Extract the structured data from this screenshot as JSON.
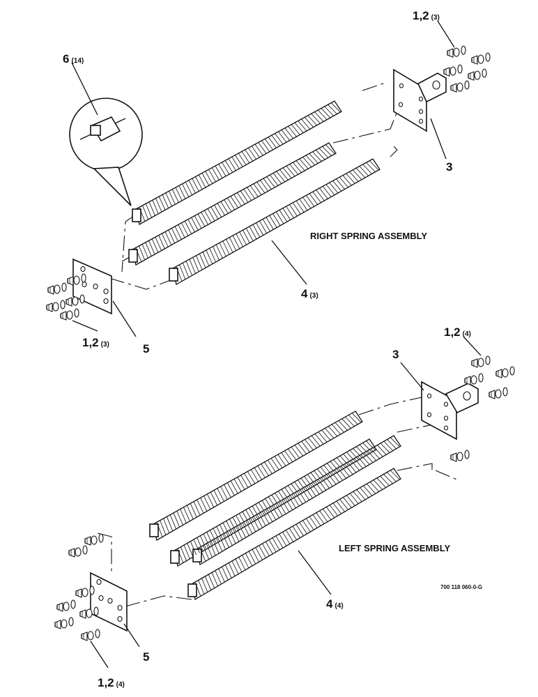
{
  "labels": {
    "right_title": "RIGHT SPRING ASSEMBLY",
    "left_title": "LEFT SPRING ASSEMBLY",
    "drawing_number": "700 118 060-0-G",
    "r_hw_top": "1,2",
    "r_hw_top_qty": "(3)",
    "r_hw_bottom": "1,2",
    "r_hw_bottom_qty": "(3)",
    "l_hw_top": "1,2",
    "l_hw_top_qty": "(4)",
    "l_hw_bottom": "1,2",
    "l_hw_bottom_qty": "(4)",
    "r_anchor": "3",
    "l_anchor": "3",
    "r_plate": "5",
    "l_plate": "5",
    "r_spring": "4",
    "r_spring_qty": "(3)",
    "l_spring": "4",
    "l_spring_qty": "(4)",
    "plug": "6",
    "plug_qty": "(14)"
  }
}
